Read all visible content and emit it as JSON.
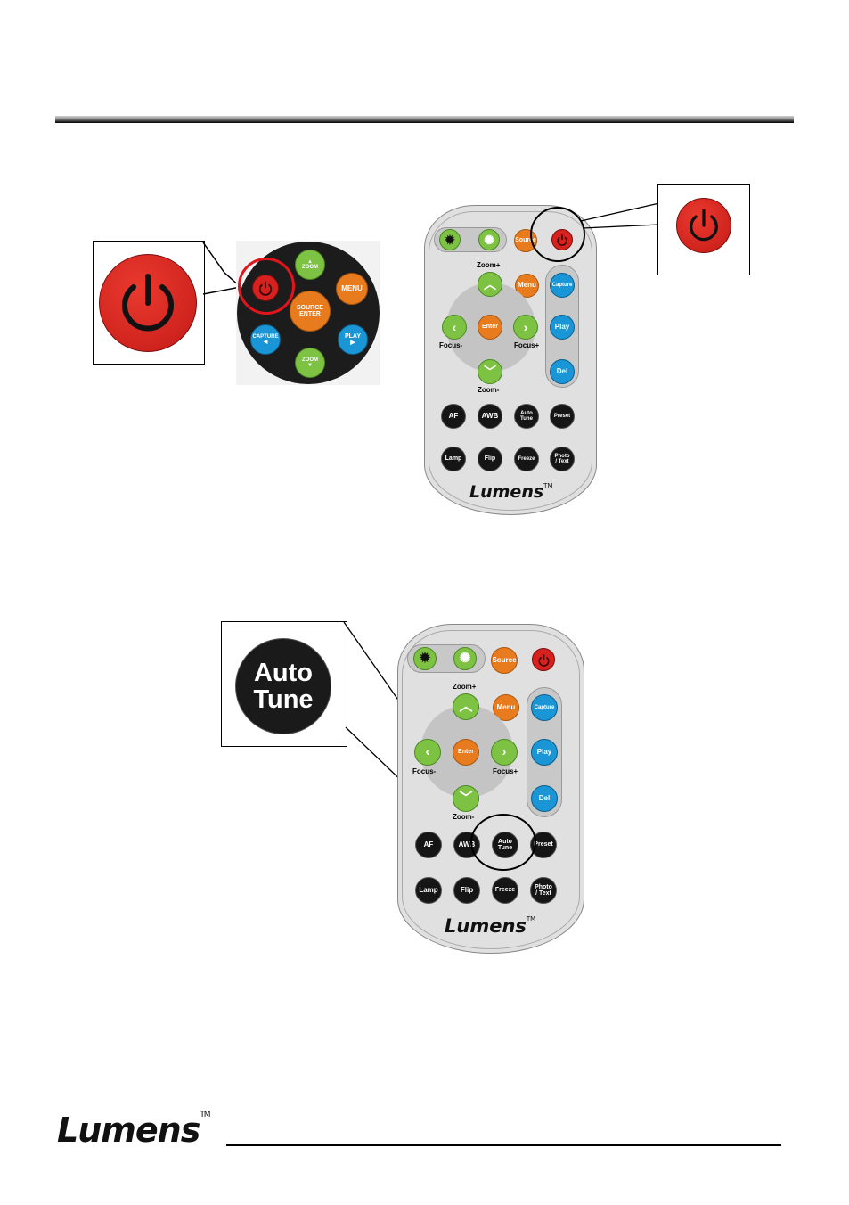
{
  "footer": {
    "logo_text": "Lumens",
    "logo_tm": "TM"
  },
  "figure1": {
    "keypad": {
      "zoom_up_label": "ZOOM",
      "menu_label": "MENU",
      "source_line1": "SOURCE",
      "source_line2": "ENTER",
      "capture_label": "CAPTURE",
      "play_label": "PLAY",
      "zoom_down_label": "ZOOM"
    },
    "remote": {
      "source": "Source",
      "menu": "Menu",
      "enter": "Enter",
      "zoom_plus": "Zoom+",
      "zoom_minus": "Zoom-",
      "focus_minus": "Focus-",
      "focus_plus": "Focus+",
      "capture": "Capture",
      "play": "Play",
      "del": "Del",
      "af": "AF",
      "awb": "AWB",
      "auto": "Auto",
      "tune": "Tune",
      "preset": "Preset",
      "lamp": "Lamp",
      "flip": "Flip",
      "freeze": "Freeze",
      "photo": "Photo",
      "text": "/ Text",
      "brand": "Lumens",
      "tm": "TM"
    }
  },
  "figure2": {
    "callout_line1": "Auto",
    "callout_line2": "Tune",
    "remote": {
      "source": "Source",
      "menu": "Menu",
      "enter": "Enter",
      "zoom_plus": "Zoom+",
      "zoom_minus": "Zoom-",
      "focus_minus": "Focus-",
      "focus_plus": "Focus+",
      "capture": "Capture",
      "play": "Play",
      "del": "Del",
      "af": "AF",
      "awb": "AWB",
      "auto": "Auto",
      "tune": "Tune",
      "preset": "Preset",
      "lamp": "Lamp",
      "flip": "Flip",
      "freeze": "Freeze",
      "photo": "Photo",
      "text": "/ Text",
      "brand": "Lumens",
      "tm": "TM"
    }
  }
}
